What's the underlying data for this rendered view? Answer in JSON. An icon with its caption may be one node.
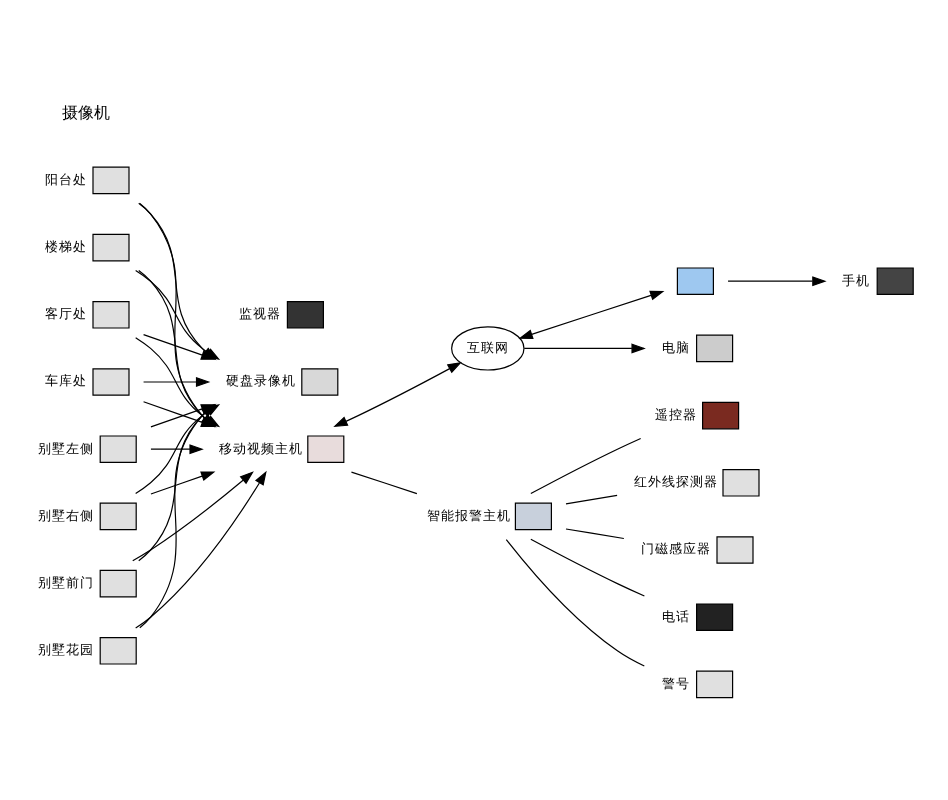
{
  "diagram": {
    "nodes": [
      {
        "text": [],
        "shape": "box",
        "beside": [
          "阳台处"
        ]
      },
      {
        "text": [],
        "shape": "box",
        "beside": [
          "楼梯处"
        ]
      },
      {
        "text": [],
        "shape": "box",
        "beside": [
          "客厅处"
        ]
      },
      {
        "text": [],
        "shape": "box",
        "beside": [
          "车库处"
        ]
      },
      {
        "text": [],
        "shape": "box",
        "beside": [
          "别墅左侧"
        ]
      },
      {
        "text": [],
        "shape": "box",
        "beside": [
          "别墅右侧"
        ]
      },
      {
        "text": [],
        "shape": "box",
        "beside": [
          "别墅前门"
        ]
      },
      {
        "text": [],
        "shape": "box",
        "beside": [
          "别墅花园"
        ]
      },
      {
        "text": [],
        "shape": "box",
        "beside": [
          "监视器"
        ]
      },
      {
        "text": [],
        "shape": "box",
        "beside": [
          "硬盘录像机"
        ]
      },
      {
        "text": [],
        "shape": "box",
        "beside": [
          "移动视频主机"
        ]
      },
      {
        "text": [
          "互联网"
        ]
      },
      {
        "text": [],
        "shape": "box",
        "beside": [
          "电脑"
        ]
      },
      {
        "text": [],
        "shape": "box"
      },
      {
        "text": [],
        "shape": "box",
        "beside": [
          "手机"
        ]
      },
      {
        "text": [],
        "shape": "box",
        "beside": [
          "智能报警主机"
        ]
      },
      {
        "text": [],
        "shape": "box",
        "beside": [
          "红外线探测器"
        ]
      },
      {
        "text": [],
        "shape": "box",
        "beside": [
          "门磁感应器"
        ]
      },
      {
        "text": [],
        "shape": "box",
        "beside": [
          "电话"
        ]
      },
      {
        "text": [],
        "shape": "box",
        "beside": [
          "警号"
        ]
      },
      {
        "text": [],
        "shape": "box",
        "beside": [
          "遥控器"
        ]
      }
    ],
    "edges": [
      {
        "from": 0,
        "to": 9,
        "arrow": "to"
      },
      {
        "from": 1,
        "to": 9,
        "arrow": "to"
      },
      {
        "from": 2,
        "to": 9,
        "arrow": "to"
      },
      {
        "from": 3,
        "to": 9,
        "arrow": "to"
      },
      {
        "from": 4,
        "to": 9,
        "arrow": "to"
      },
      {
        "from": 5,
        "to": 9,
        "arrow": "to"
      },
      {
        "from": 6,
        "to": 9,
        "arrow": "to"
      },
      {
        "from": 7,
        "to": 9,
        "arrow": "to"
      },
      {
        "from": 0,
        "to": 10,
        "arrow": "to"
      },
      {
        "from": 1,
        "to": 10,
        "arrow": "to"
      },
      {
        "from": 2,
        "to": 10,
        "arrow": "to"
      },
      {
        "from": 3,
        "to": 10,
        "arrow": "to"
      },
      {
        "from": 4,
        "to": 10,
        "arrow": "to"
      },
      {
        "from": 5,
        "to": 10,
        "arrow": "to"
      },
      {
        "from": 6,
        "to": 10,
        "arrow": "to"
      },
      {
        "from": 7,
        "to": 10,
        "arrow": "to"
      },
      {
        "from": 10,
        "to": 11,
        "arrow": "both"
      },
      {
        "from": 11,
        "to": 12,
        "arrow": "to"
      },
      {
        "from": 11,
        "to": 13,
        "arrow": "both"
      },
      {
        "from": 13,
        "to": 14,
        "arrow": "to"
      },
      {
        "from": 10,
        "to": 15,
        "arrow": "none"
      },
      {
        "from": 15,
        "to": 16,
        "arrow": "none"
      },
      {
        "from": 15,
        "to": 17,
        "arrow": "none"
      },
      {
        "from": 15,
        "to": 18,
        "arrow": "none"
      },
      {
        "from": 15,
        "to": 19,
        "arrow": "none"
      },
      {
        "from": 15,
        "to": 20,
        "arrow": "none"
      }
    ],
    "labels": [
      "摄像机"
    ]
  }
}
